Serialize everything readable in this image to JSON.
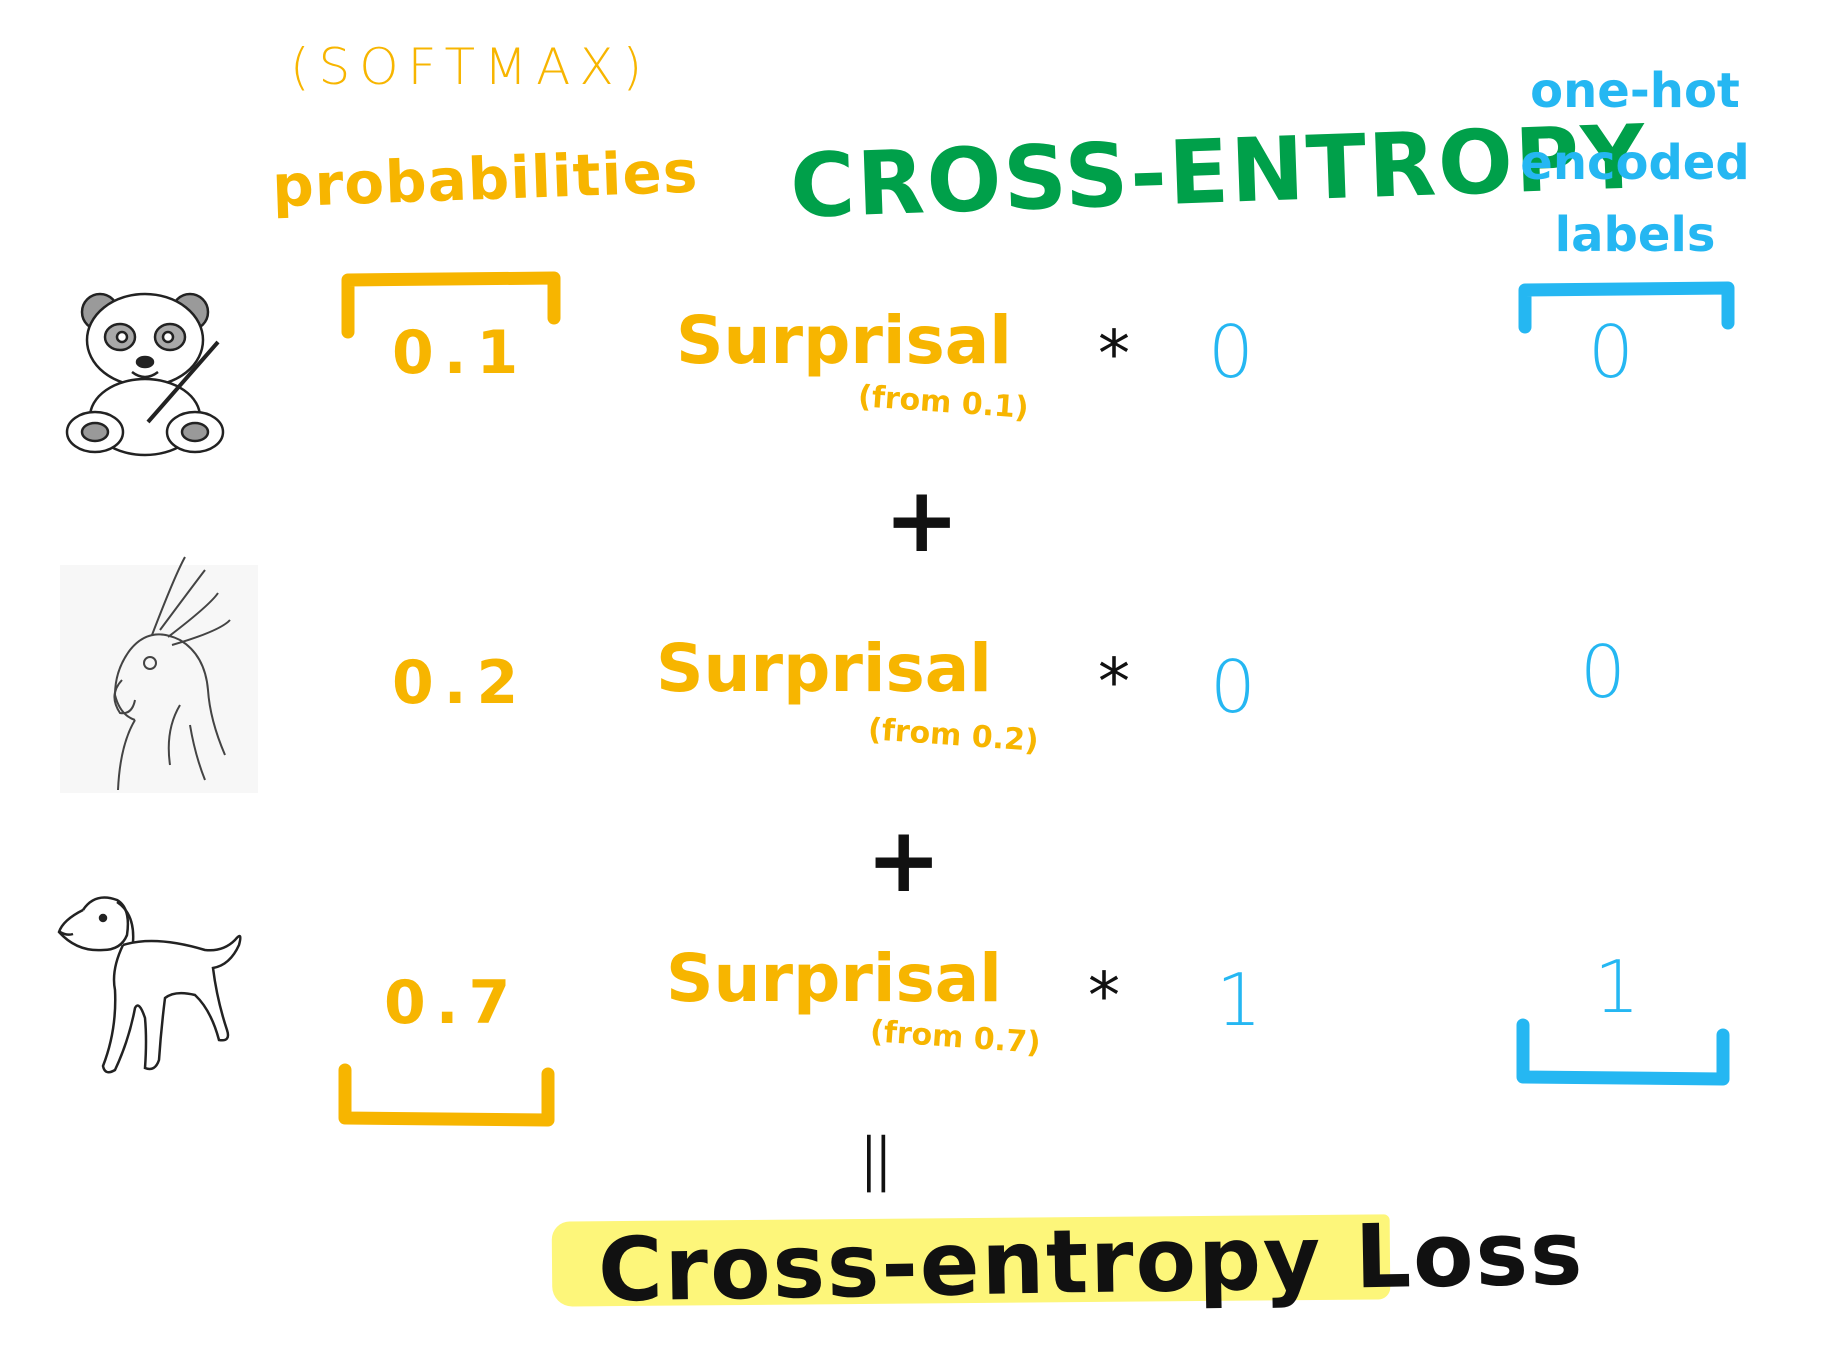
{
  "header": {
    "softmax_note": "(SOFTMAX)",
    "probabilities_title": "probabilities",
    "main_title": "CROSS-ENTROPY",
    "labels_title": [
      "one-hot",
      "encoded",
      "labels"
    ]
  },
  "rows": [
    {
      "animal": "panda",
      "probability": "0.1",
      "surprisal": "Surprisal",
      "surprisal_note": "(from 0.1)",
      "multiply": "*",
      "label_in_sum": "0",
      "label": "0"
    },
    {
      "animal": "cockatoo",
      "probability": "0.2",
      "surprisal": "Surprisal",
      "surprisal_note": "(from 0.2)",
      "multiply": "*",
      "label_in_sum": "0",
      "label": "0"
    },
    {
      "animal": "dog",
      "probability": "0.7",
      "surprisal": "Surprisal",
      "surprisal_note": "(from 0.7)",
      "multiply": "*",
      "label_in_sum": "1",
      "label": "1"
    }
  ],
  "operators": {
    "plus": "+",
    "equals": "="
  },
  "result": {
    "text": "Cross-entropy Loss"
  },
  "colors": {
    "probability": "#f7b500",
    "label": "#25b7f2",
    "title": "#00a04a",
    "text": "#111111",
    "highlight": "#fdf67a"
  }
}
